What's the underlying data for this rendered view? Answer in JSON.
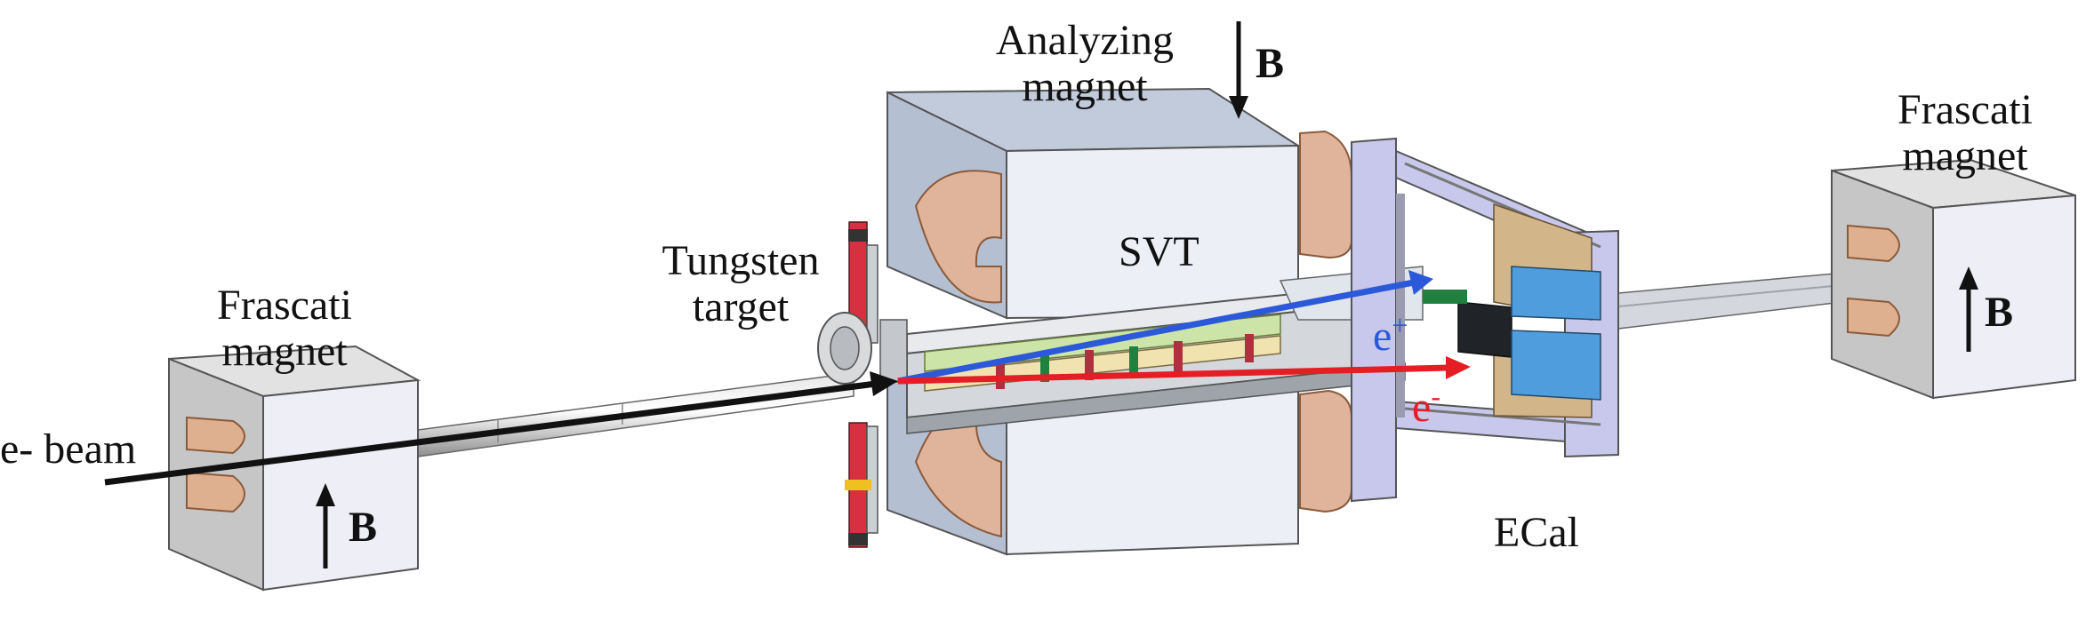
{
  "labels": {
    "beam": "e- beam",
    "frascati_left": [
      "Frascati",
      "magnet"
    ],
    "frascati_right": [
      "Frascati",
      "magnet"
    ],
    "analyzing": [
      "Analyzing",
      "magnet"
    ],
    "tungsten": [
      "Tungsten",
      "target"
    ],
    "svt": "SVT",
    "ecal": "ECal",
    "field": "B",
    "positron_base": "e",
    "positron_sup": "+",
    "electron_base": "e",
    "electron_sup": "-"
  },
  "colors": {
    "positron_track": "#2c59d9",
    "electron_track": "#e41e24",
    "copper_coil": "#e0b49a",
    "magnet_front": "#eceff6",
    "magnet_side": "#b9c3d6",
    "frascati_top": "#e4e4e4",
    "frascati_front": "#eeeef6",
    "frame_lilac": "#c8c8ec",
    "ecal_blue": "#4f9ddc",
    "module_red": "#b03040"
  }
}
